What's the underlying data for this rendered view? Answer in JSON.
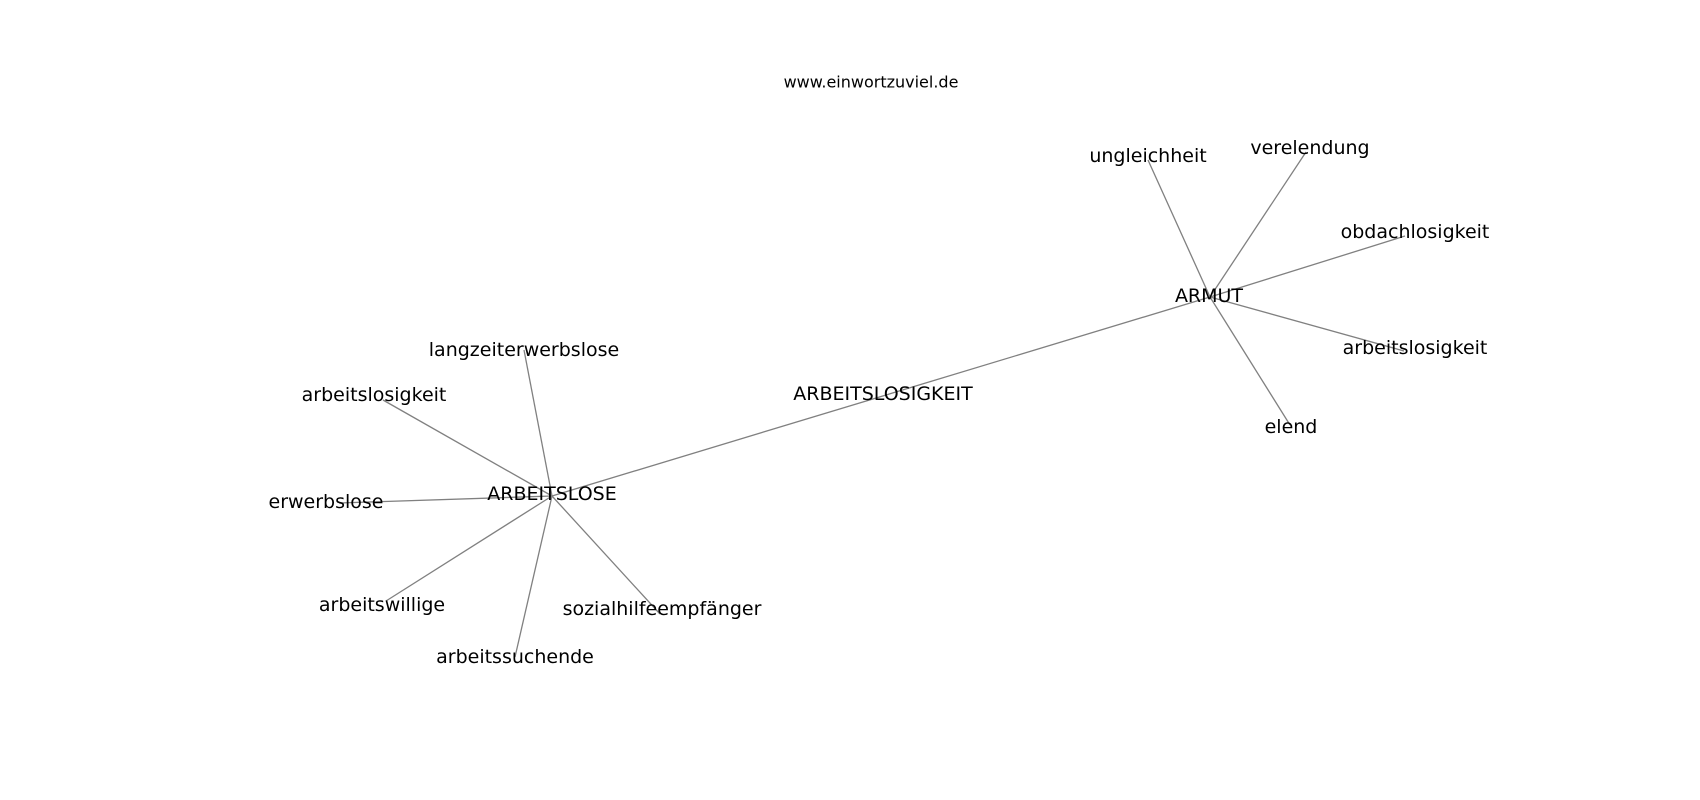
{
  "header": {
    "site": "www.einwortzuviel.de"
  },
  "graph": {
    "nodes": [
      {
        "id": "ARBEITSLOSIGKEIT",
        "label": "ARBEITSLOSIGKEIT"
      },
      {
        "id": "ARBEITSLOSE",
        "label": "ARBEITSLOSE"
      },
      {
        "id": "ARMUT",
        "label": "ARMUT"
      },
      {
        "id": "langzeiterwerbslose",
        "label": "langzeiterwerbslose"
      },
      {
        "id": "arbeitslosigkeit-left",
        "label": "arbeitslosigkeit"
      },
      {
        "id": "erwerbslose",
        "label": "erwerbslose"
      },
      {
        "id": "arbeitswillige",
        "label": "arbeitswillige"
      },
      {
        "id": "arbeitssuchende",
        "label": "arbeitssuchende"
      },
      {
        "id": "sozialhilfeempfaenger",
        "label": "sozialhilfeempfänger"
      },
      {
        "id": "ungleichheit",
        "label": "ungleichheit"
      },
      {
        "id": "verelendung",
        "label": "verelendung"
      },
      {
        "id": "obdachlosigkeit",
        "label": "obdachlosigkeit"
      },
      {
        "id": "arbeitslosigkeit-right",
        "label": "arbeitslosigkeit"
      },
      {
        "id": "elend",
        "label": "elend"
      }
    ],
    "edges": [
      [
        "ARBEITSLOSE",
        "ARMUT"
      ],
      [
        "ARBEITSLOSE",
        "langzeiterwerbslose"
      ],
      [
        "ARBEITSLOSE",
        "arbeitslosigkeit-left"
      ],
      [
        "ARBEITSLOSE",
        "erwerbslose"
      ],
      [
        "ARBEITSLOSE",
        "arbeitswillige"
      ],
      [
        "ARBEITSLOSE",
        "arbeitssuchende"
      ],
      [
        "ARBEITSLOSE",
        "sozialhilfeempfaenger"
      ],
      [
        "ARMUT",
        "ungleichheit"
      ],
      [
        "ARMUT",
        "verelendung"
      ],
      [
        "ARMUT",
        "obdachlosigkeit"
      ],
      [
        "ARMUT",
        "arbeitslosigkeit-right"
      ],
      [
        "ARMUT",
        "elend"
      ]
    ]
  }
}
